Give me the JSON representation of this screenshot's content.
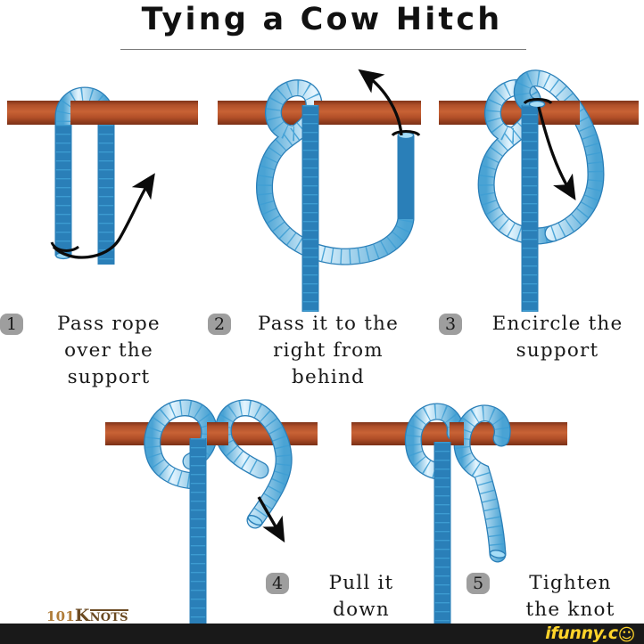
{
  "title": "Tying a Cow Hitch",
  "colors": {
    "rope_light": "#bfe6fa",
    "rope_mid": "#7ecbef",
    "rope_dark": "#3f9fd4",
    "rope_outline": "#2a7fb8",
    "bar_dark": "#8d3c1d",
    "bar_mid": "#c0572c",
    "bar_light": "#cf6b3a",
    "arrow": "#0b0b0b",
    "badge_bg": "#9e9e9e",
    "text": "#181818",
    "rule": "#7a7a7a",
    "bottom_bar": "#191919",
    "ifunny_yellow": "#ffd42a",
    "knots_gold": "#b07c38"
  },
  "steps": [
    {
      "number": "1",
      "lines": [
        "Pass rope",
        "over the",
        "support"
      ]
    },
    {
      "number": "2",
      "lines": [
        "Pass it to the",
        "right from",
        "behind"
      ]
    },
    {
      "number": "3",
      "lines": [
        "Encircle the",
        "support"
      ]
    },
    {
      "number": "4",
      "lines": [
        "Pull it",
        "down"
      ]
    },
    {
      "number": "5",
      "lines": [
        "Tighten",
        "the knot"
      ]
    }
  ],
  "watermarks": {
    "knots_prefix": "101",
    "knots_k": "K",
    "knots_suffix": "NOTS",
    "ifunny": "ifunny.c",
    "ifunny_smiley": "☺"
  },
  "diagram": {
    "type": "instructional-knot-illustration",
    "subject": "cow hitch",
    "support_label": "horizontal wooden support bar",
    "rope_label": "blue segmented rope",
    "panel_count": 5
  }
}
